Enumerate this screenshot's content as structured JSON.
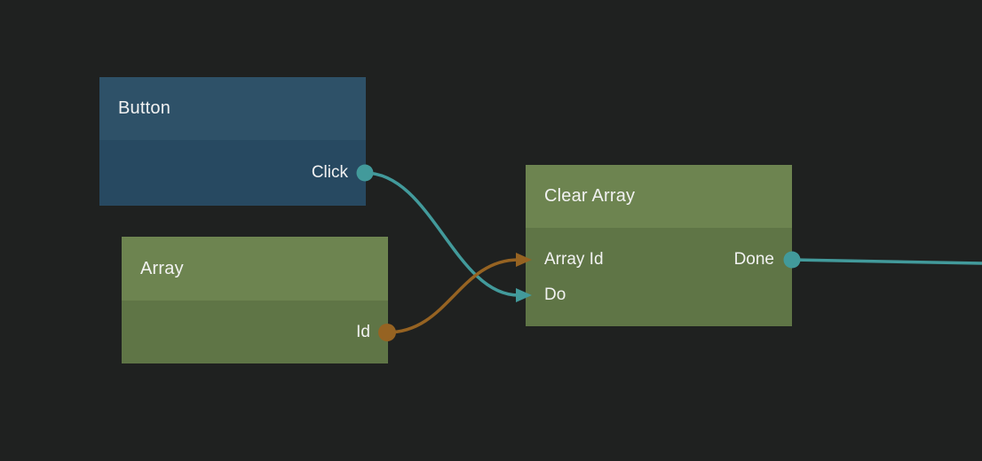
{
  "colors": {
    "background": "#1f2120",
    "node_blue_header": "#2e5168",
    "node_blue_body": "#274961",
    "node_green_header": "#6d8450",
    "node_green_body": "#5f7546",
    "wire_teal": "#429a9b",
    "wire_orange": "#966322",
    "text": "#f2f2f2"
  },
  "nodes": [
    {
      "id": "button",
      "title": "Button",
      "outputs": [
        {
          "label": "Click",
          "port_shape": "circle",
          "wire_color": "teal"
        }
      ]
    },
    {
      "id": "array",
      "title": "Array",
      "outputs": [
        {
          "label": "Id",
          "port_shape": "circle",
          "wire_color": "orange"
        }
      ]
    },
    {
      "id": "clear-array",
      "title": "Clear Array",
      "inputs": [
        {
          "label": "Array Id",
          "port_shape": "arrow",
          "wire_color": "orange"
        },
        {
          "label": "Do",
          "port_shape": "arrow",
          "wire_color": "teal"
        }
      ],
      "outputs": [
        {
          "label": "Done",
          "port_shape": "circle",
          "wire_color": "teal"
        }
      ]
    }
  ],
  "connections": [
    {
      "from": "Button.Click",
      "to": "Clear Array.Do",
      "color": "teal"
    },
    {
      "from": "Array.Id",
      "to": "Clear Array.Array Id",
      "color": "orange"
    },
    {
      "from": "Clear Array.Done",
      "to": "offscreen-right",
      "color": "teal"
    }
  ]
}
